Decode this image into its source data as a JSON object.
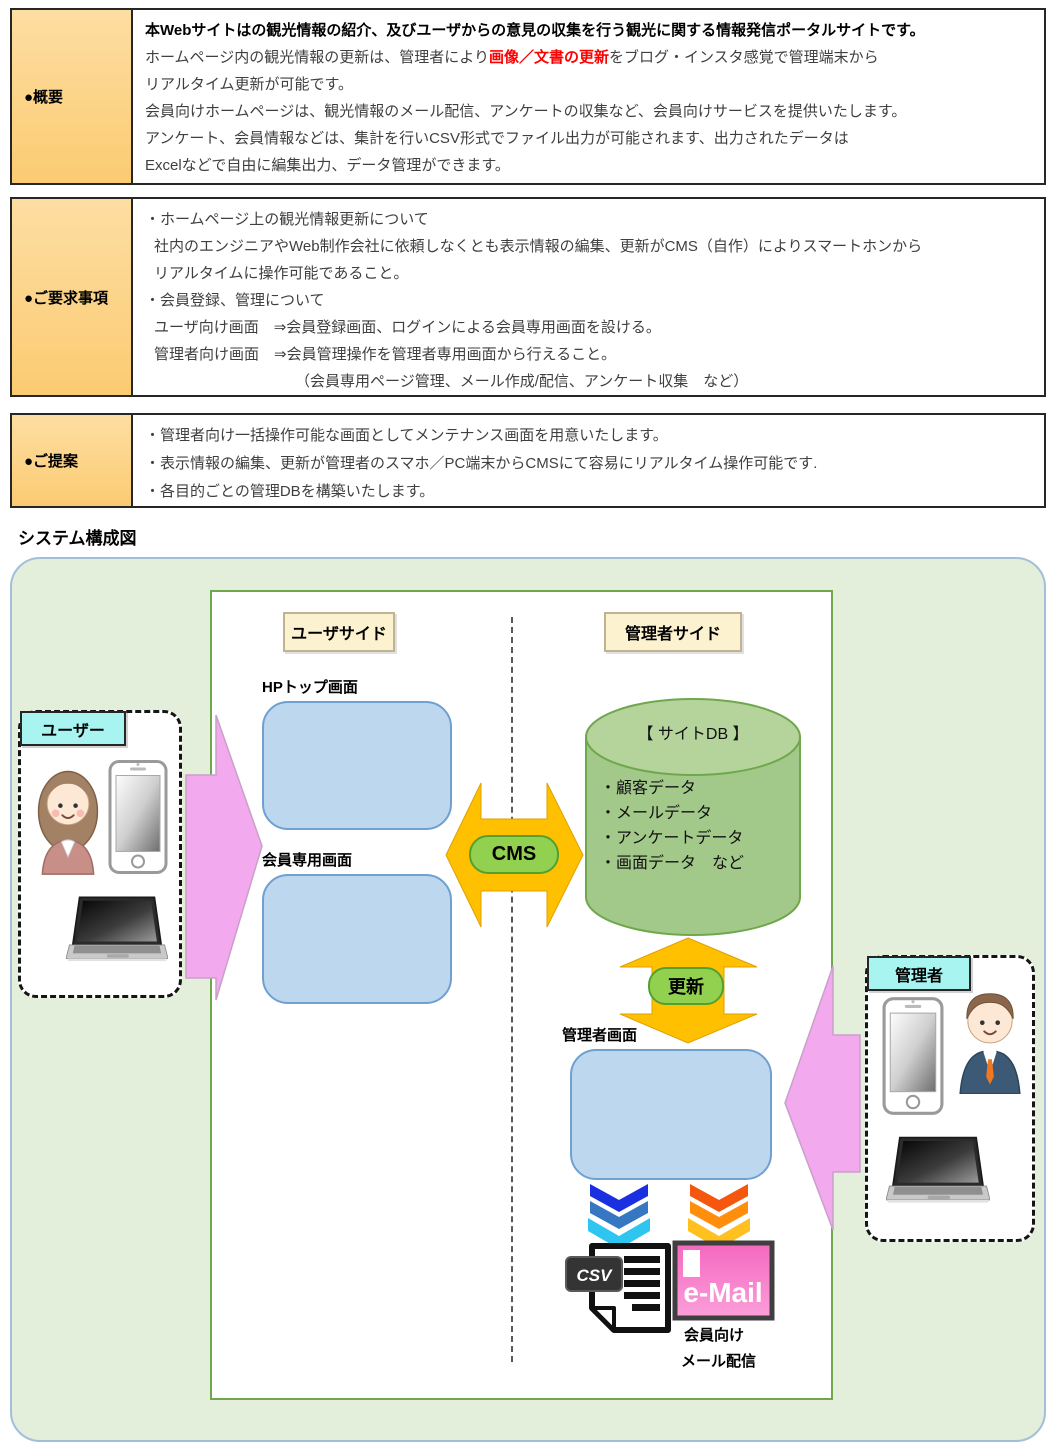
{
  "tables": {
    "overview": {
      "label": "●概要",
      "intro_bold": "本Webサイトはの観光情報の紹介、及びユーザからの意見の収集を行う観光に関する情報発信ポータルサイトです。",
      "update_pre": "ホームページ内の観光情報の更新は、管理者により",
      "update_red": "画像／文書の更新",
      "update_post": "をブログ・インスタ感覚で管理端末から",
      "update_cont": "リアルタイム更新が可能です。",
      "member_line": "会員向けホームページは、観光情報のメール配信、アンケートの収集など、会員向けサービスを提供いたします。",
      "csv_line": "アンケート、会員情報などは、集計を行いCSV形式でファイル出力が可能されます、出力されたデータは",
      "excel_line": "Excelなどで自由に編集出力、データ管理ができます。"
    },
    "requirements": {
      "label": "●ご要求事項",
      "lines": [
        "・ホームページ上の観光情報更新について",
        "社内のエンジニアやWeb制作会社に依頼しなくとも表示情報の編集、更新がCMS（自作）によりスマートホンから",
        "リアルタイムに操作可能であること。",
        "・会員登録、管理について",
        "ユーザ向け画面　⇒会員登録画面、ログインによる会員専用画面を設ける。",
        "管理者向け画面　⇒会員管理操作を管理者専用画面から行えること。",
        "（会員専用ページ管理、メール作成/配信、アンケート収集　など）"
      ]
    },
    "proposal": {
      "label": "●ご提案",
      "lines": [
        "・管理者向け一括操作可能な画面としてメンテナンス画面を用意いたします。",
        "・表示情報の編集、更新が管理者のスマホ／PC端末からCMSにて容易にリアルタイム操作可能です.",
        "・各目的ごとの管理DBを構築いたします。"
      ]
    }
  },
  "diagram": {
    "title": "システム構成図",
    "user_side": "ユーザサイド",
    "admin_side": "管理者サイド",
    "user_box": "ユーザー",
    "admin_box": "管理者",
    "hp_screen": "HPトップ画面",
    "member_screen": "会員専用画面",
    "admin_screen": "管理者画面",
    "cms": "CMS",
    "update": "更新",
    "db_title": "【 サイトDB 】",
    "db_items": [
      "・顧客データ",
      "・メールデータ",
      "・アンケートデータ",
      "・画面データ　など"
    ],
    "csv": "CSV",
    "email": "e-Mail",
    "email_caption_1": "会員向け",
    "email_caption_2": "メール配信"
  },
  "colors": {
    "label_cell_top": "#FDDEA2",
    "label_cell_bottom": "#FBCB72",
    "highlight_red": "#FF0000",
    "diagram_bg_green": "#E3EFDB",
    "inner_box_border_green": "#6FA84C",
    "side_label_cream": "#FCF2D0",
    "actor_tag_cyan": "#A7F4F1",
    "screen_blue": "#BDD7EE",
    "arrow_orange": "#FFC000",
    "pill_green": "#92D050",
    "arrow_pink": "#F2A9EE",
    "db_green": "#A3C98A",
    "email_pink": "#F874C8"
  }
}
